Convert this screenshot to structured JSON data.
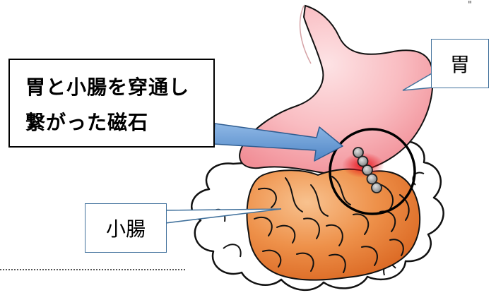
{
  "labels": {
    "main_line1": "胃と小腸を穿通し",
    "main_line2": "繋がった磁石",
    "stomach": "胃",
    "small_intestine": "小腸",
    "corner_mark": "\""
  },
  "colors": {
    "stomach_fill": "#f7a8ae",
    "stomach_light": "#fde3e5",
    "intestine_fill": "#e8772e",
    "intestine_light": "#f6b57a",
    "arrow_fill": "#6f9fd8",
    "callout_border": "#41719c",
    "blood_red": "#e8141a",
    "magnet_gray": "#a9a9a9"
  },
  "magnets": {
    "count": 5
  }
}
